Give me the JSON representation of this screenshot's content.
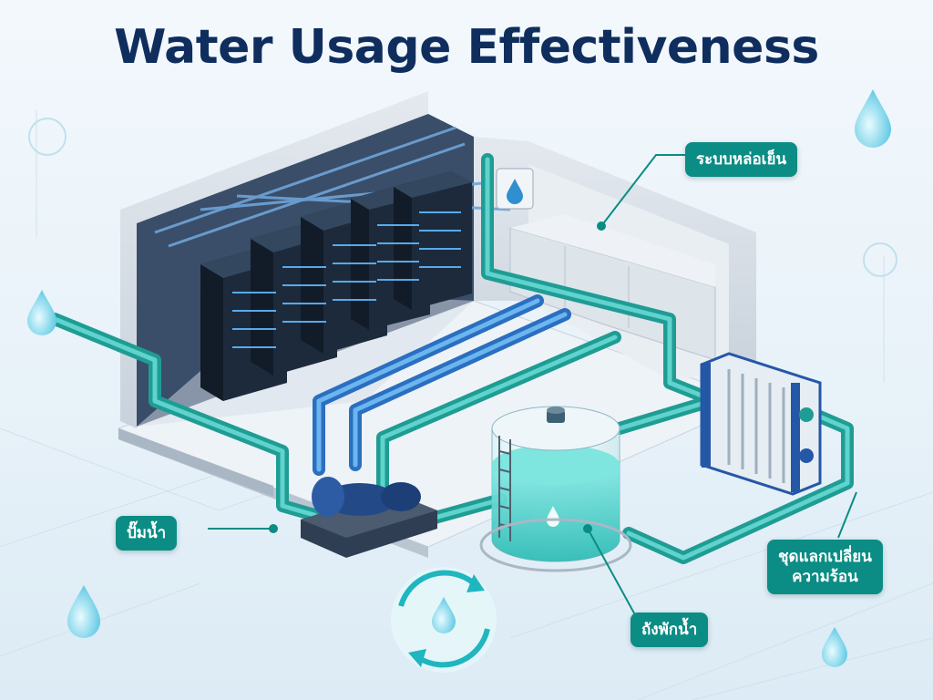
{
  "title": "Water Usage Effectiveness",
  "labels": {
    "cooling_system": "ระบบหล่อเย็น",
    "water_pump": "ปั๊มน้ำ",
    "heat_exchanger_line1": "ชุดแลกเปลี่ยน",
    "heat_exchanger_line2": "ความร้อน",
    "water_tank": "ถังพักน้ำ"
  },
  "icons": [
    "water-drop-icon",
    "recycle-arrows-icon",
    "server-rack-icon",
    "control-panel-icon"
  ],
  "colors": {
    "title": "#0f2e5e",
    "label_bg": "#0b8c84",
    "teal_pipe": "#1fa39b",
    "blue_pipe": "#2f7fd1",
    "server": "#1c2a3c",
    "water": "#4fd6d2"
  }
}
